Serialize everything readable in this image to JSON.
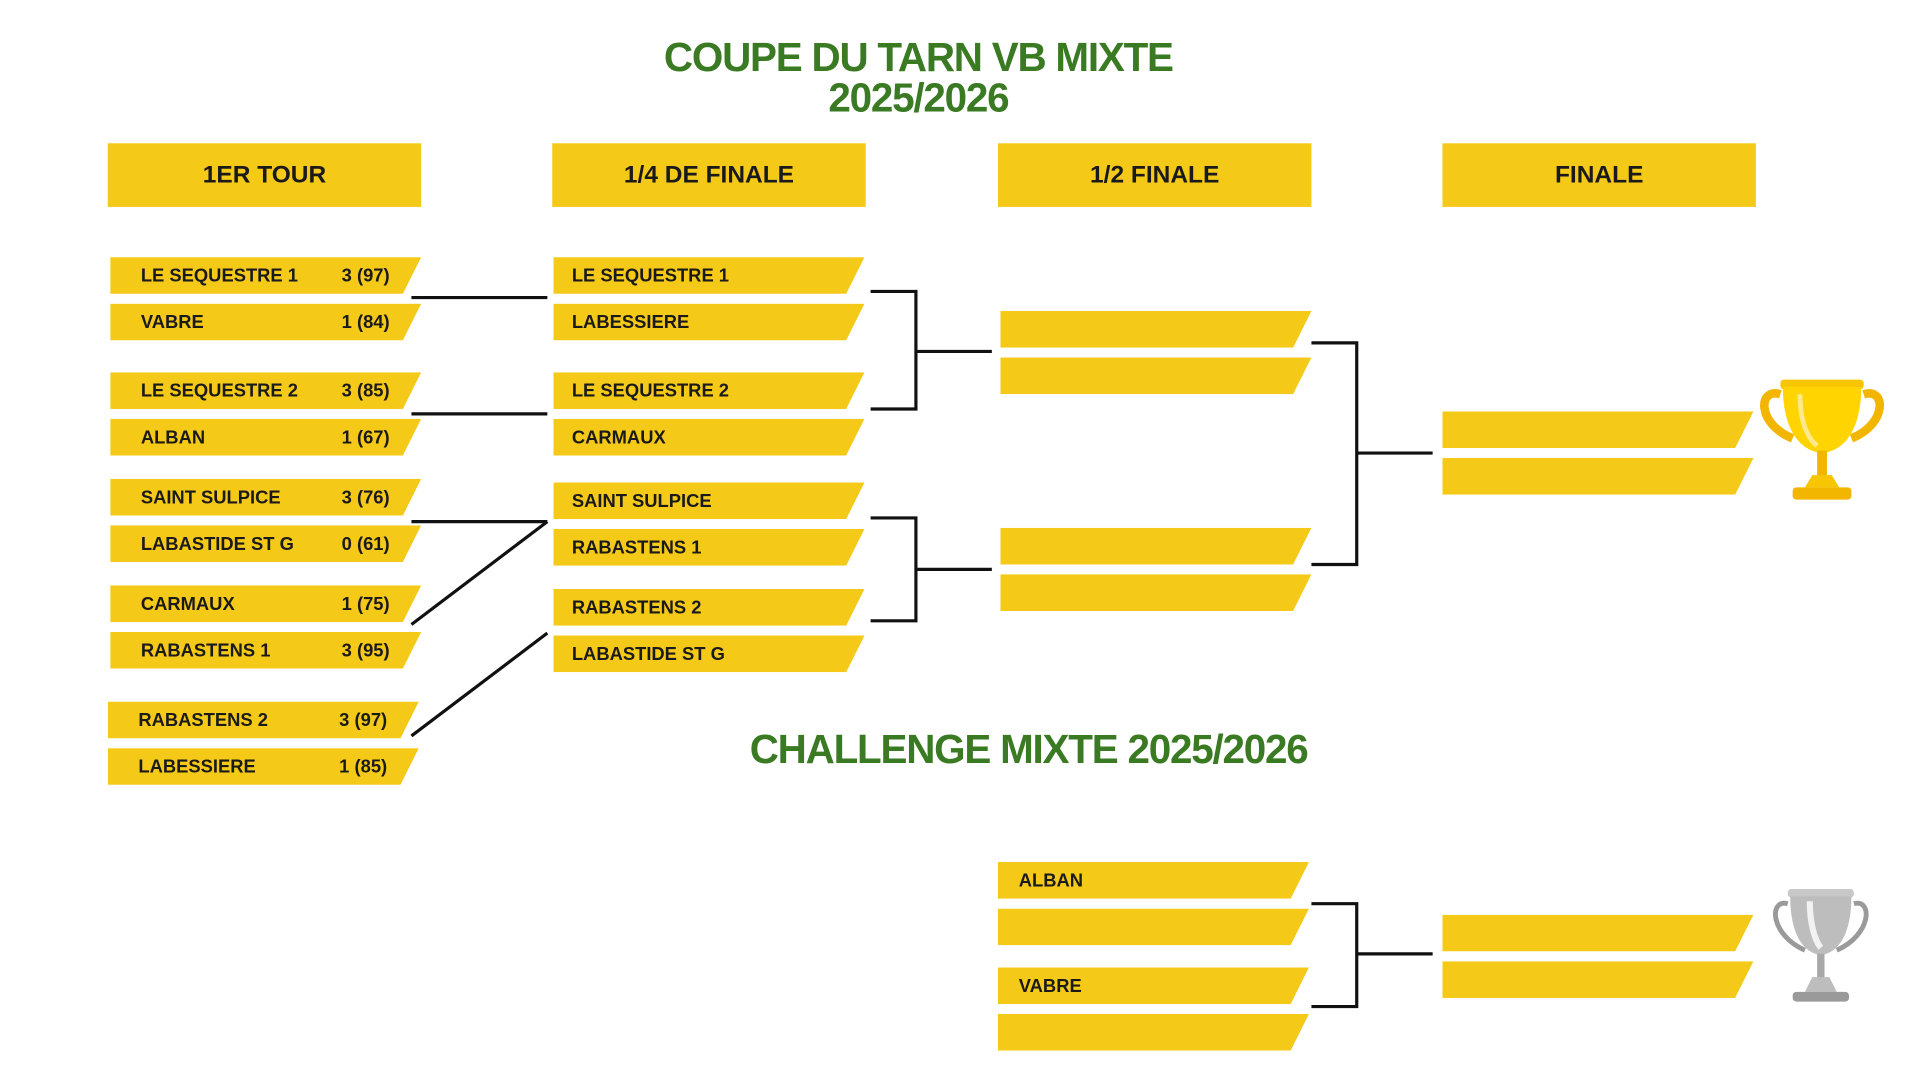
{
  "title": {
    "line1": "COUPE DU TARN VB MIXTE",
    "line2": "2025/2026"
  },
  "challenge_title": "CHALLENGE MIXTE 2025/2026",
  "headers": [
    "1ER TOUR",
    "1/4 DE FINALE",
    "1/2 FINALE",
    "FINALE"
  ],
  "round1": [
    {
      "team": "LE SEQUESTRE 1",
      "score": "3 (97)"
    },
    {
      "team": "VABRE",
      "score": "1 (84)"
    },
    {
      "team": "LE SEQUESTRE 2",
      "score": "3 (85)"
    },
    {
      "team": "ALBAN",
      "score": "1 (67)"
    },
    {
      "team": "SAINT SULPICE",
      "score": "3 (76)"
    },
    {
      "team": "LABASTIDE ST G",
      "score": "0 (61)"
    },
    {
      "team": "CARMAUX",
      "score": "1 (75)"
    },
    {
      "team": "RABASTENS 1",
      "score": "3 (95)"
    },
    {
      "team": "RABASTENS 2",
      "score": "3 (97)"
    },
    {
      "team": "LABESSIERE",
      "score": "1 (85)"
    }
  ],
  "quarters": [
    "LE SEQUESTRE 1",
    "LABESSIERE",
    "LE SEQUESTRE 2",
    "CARMAUX",
    "SAINT SULPICE",
    "RABASTENS 1",
    "RABASTENS 2",
    "LABASTIDE ST G"
  ],
  "semis": [
    "",
    "",
    "",
    ""
  ],
  "final": [
    "",
    ""
  ],
  "challenge": {
    "semis": [
      "ALBAN",
      "",
      "VABRE",
      ""
    ],
    "final": [
      "",
      ""
    ]
  },
  "colors": {
    "bar": "#f5c918",
    "title": "#3a7a23",
    "gold": "#f7c600",
    "silver": "#b8b8b8"
  }
}
